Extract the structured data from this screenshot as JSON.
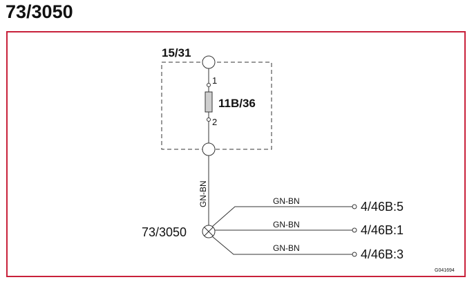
{
  "header": {
    "title": "73/3050"
  },
  "diagram": {
    "box_label": "15/31",
    "fuse_label": "11B/36",
    "pin_top": "1",
    "pin_bottom": "2",
    "vertical_wire": "GN-BN",
    "splice_label": "73/3050",
    "branches": [
      {
        "wire": "GN-BN",
        "terminal": "4/46B:5"
      },
      {
        "wire": "GN-BN",
        "terminal": "4/46B:1"
      },
      {
        "wire": "GN-BN",
        "terminal": "4/46B:3"
      }
    ],
    "code": "G041694"
  },
  "colors": {
    "frame": "#c8203a",
    "line": "#333333"
  }
}
